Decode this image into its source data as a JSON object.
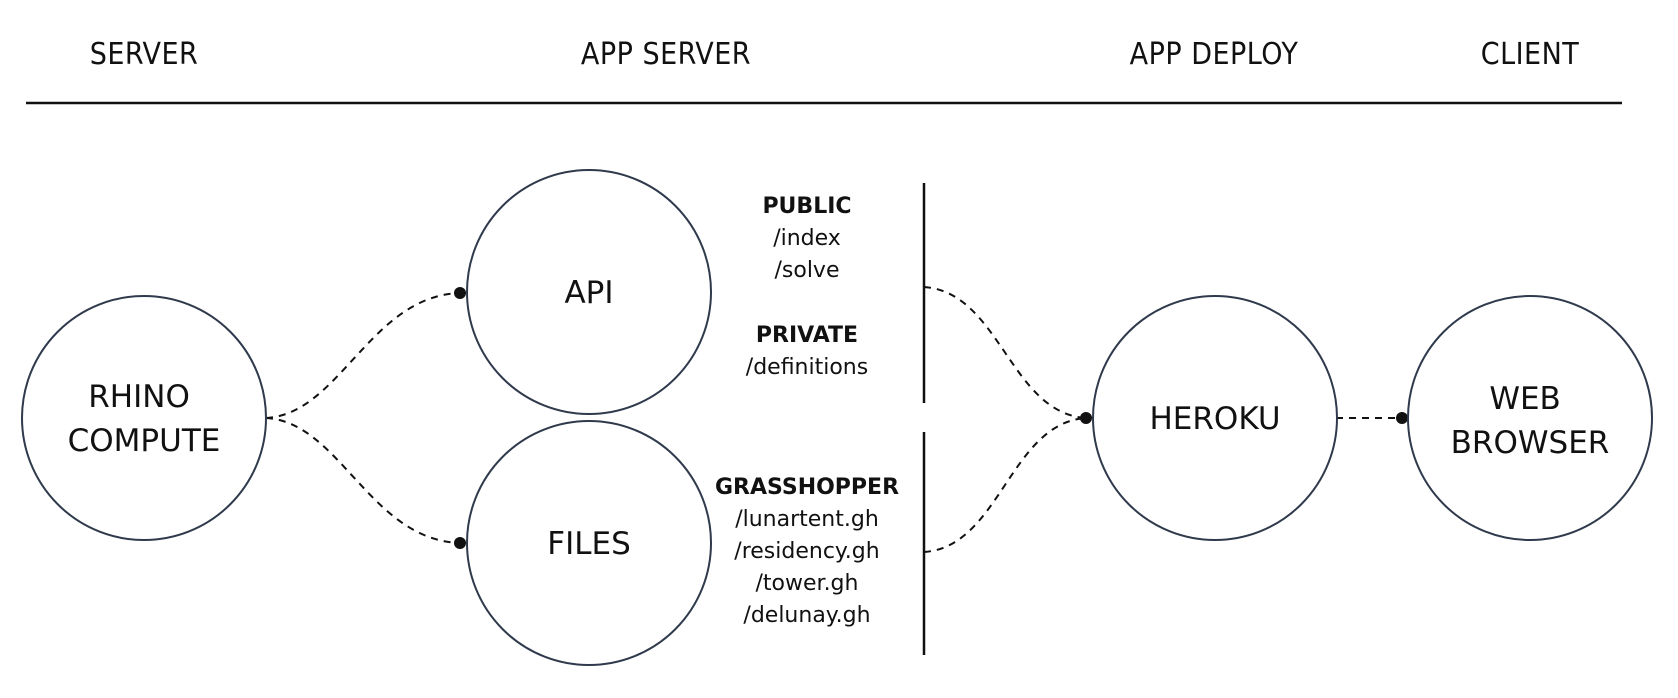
{
  "headers": {
    "server": "SERVER",
    "app_server": "APP SERVER",
    "app_deploy": "APP DEPLOY",
    "client": "CLIENT"
  },
  "nodes": {
    "rhino_compute": [
      "RHINO",
      "COMPUTE"
    ],
    "api": "API",
    "files": "FILES",
    "heroku": "HEROKU",
    "web_browser": [
      "WEB",
      "BROWSER"
    ]
  },
  "api_endpoints": {
    "public_heading": "PUBLIC",
    "public_items": [
      "/index",
      "/solve"
    ],
    "private_heading": "PRIVATE",
    "private_items": [
      "/definitions"
    ]
  },
  "files_list": {
    "heading": "GRASSHOPPER",
    "items": [
      "/lunartent.gh",
      "/residency.gh",
      "/tower.gh",
      "/delunay.gh"
    ]
  },
  "colors": {
    "circle_stroke": "#2f3a4c",
    "line": "#111111",
    "background": "#ffffff"
  }
}
